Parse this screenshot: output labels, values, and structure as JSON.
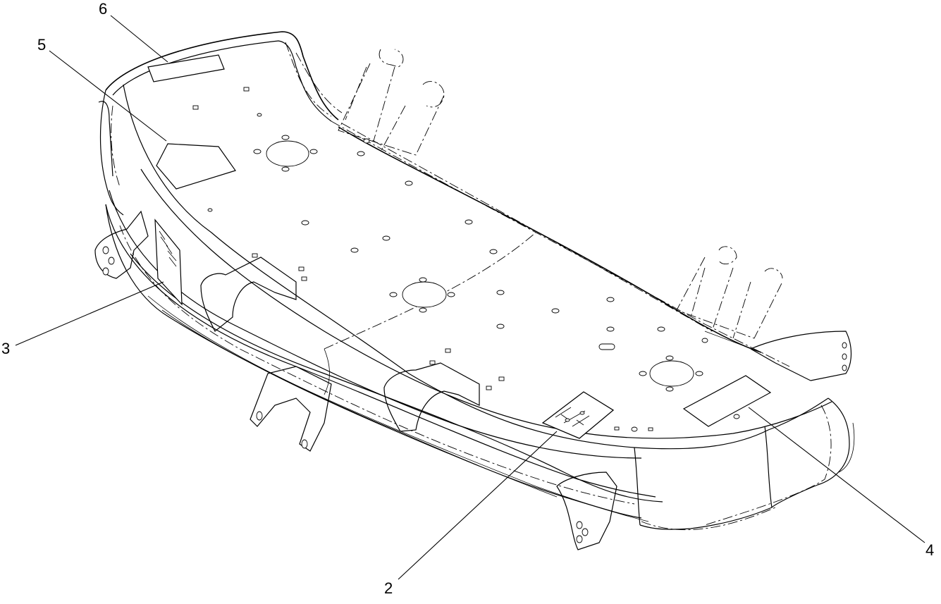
{
  "diagram": {
    "callouts": [
      {
        "id": "c2",
        "label": "2"
      },
      {
        "id": "c3",
        "label": "3"
      },
      {
        "id": "c4",
        "label": "4"
      },
      {
        "id": "c5",
        "label": "5"
      },
      {
        "id": "c6",
        "label": "6"
      }
    ],
    "colors": {
      "line": "#000000",
      "background": "#ffffff"
    }
  }
}
